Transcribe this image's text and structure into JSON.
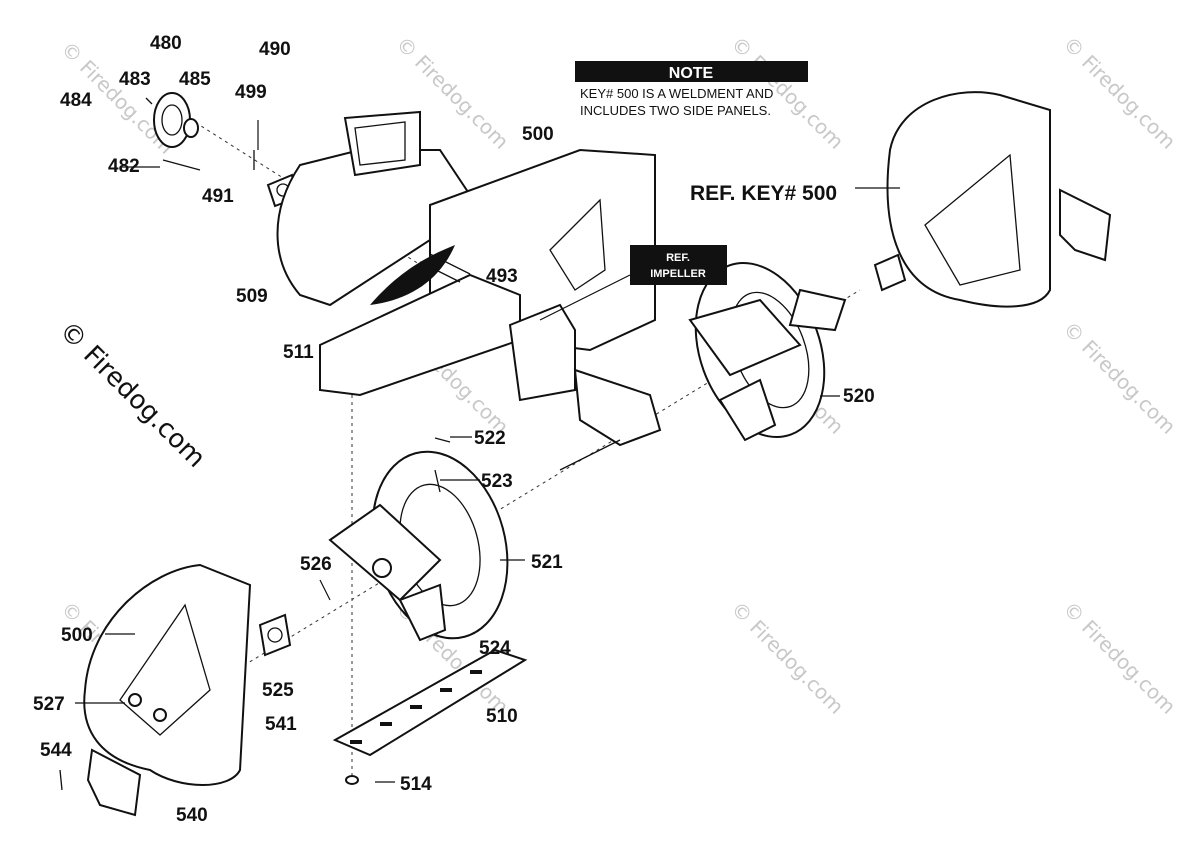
{
  "note": {
    "header": "NOTE",
    "line1": "KEY# 500 IS A WELDMENT AND",
    "line2": "INCLUDES TWO SIDE PANELS."
  },
  "ref_impeller": {
    "line1": "REF.",
    "line2": "IMPELLER"
  },
  "ref_key": "REF. KEY# 500",
  "watermark": "© Firedog.com",
  "labels": {
    "p480": "480",
    "p490": "490",
    "p483": "483",
    "p485": "485",
    "p484": "484",
    "p499": "499",
    "p482": "482",
    "p491": "491",
    "p500_top": "500",
    "p509": "509",
    "p493": "493",
    "p511": "511",
    "p520": "520",
    "p522": "522",
    "p523": "523",
    "p521": "521",
    "p526": "526",
    "p500_left": "500",
    "p524": "524",
    "p525": "525",
    "p527": "527",
    "p510": "510",
    "p541": "541",
    "p544": "544",
    "p514": "514",
    "p540": "540"
  }
}
